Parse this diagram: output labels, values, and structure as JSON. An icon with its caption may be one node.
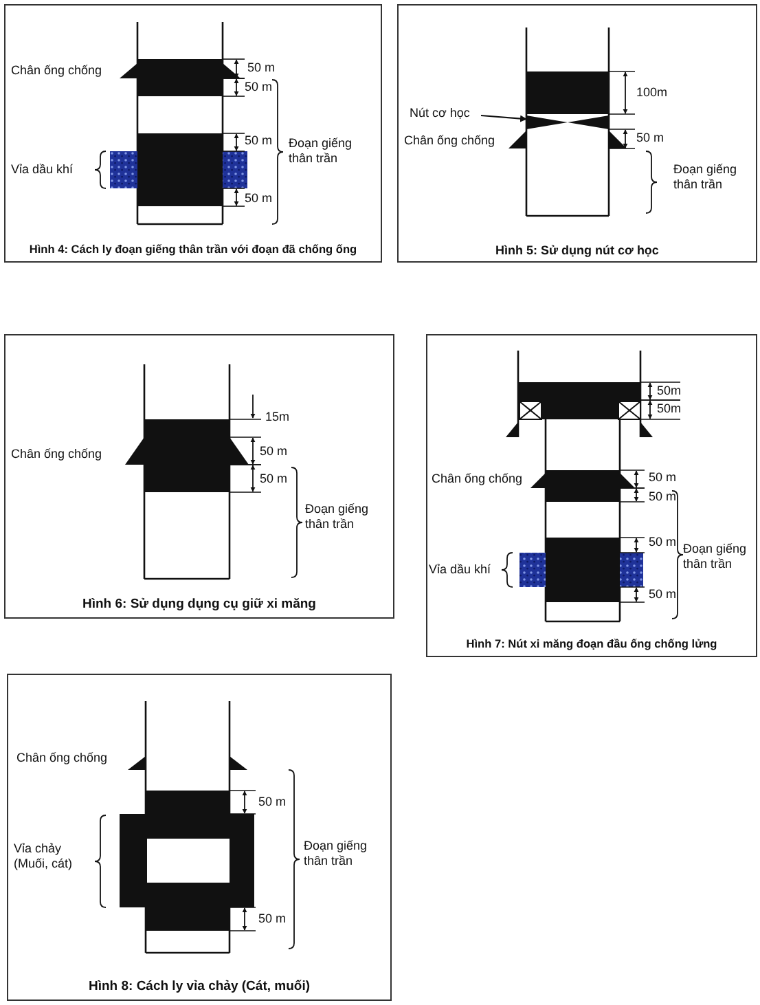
{
  "diagram": {
    "nodes": [
      {
        "text": [
          "Hình 4: Cách ly đoạn giếng thân trần với đoạn đã chống ống"
        ]
      },
      {
        "text": [
          "Hình 5: Sử dụng nút cơ học"
        ]
      },
      {
        "text": [
          "Nút cơ học"
        ],
        "in": 1
      },
      {
        "text": [],
        "shape": "bowtie",
        "in": 1
      },
      {
        "text": [
          "Hình 6: Sử dụng dụng cụ giữ xi măng"
        ]
      },
      {
        "text": [
          "Hình 7: Nút xi măng đoạn đầu ống chống lửng"
        ]
      },
      {
        "text": [
          "Hình 8: Cách ly vỉa chảy (Cát, muối)"
        ]
      }
    ],
    "edges": [
      {
        "from": 2,
        "to": 3,
        "arrow": "to"
      }
    ],
    "labels": [
      "Chân ống chống",
      "50 m",
      "50 m",
      "50 m",
      "Đoạn giếng thân trần",
      "Vỉa dầu khí",
      "50 m",
      "100m",
      "Chân ống chống",
      "50 m",
      "Đoạn giếng thân trần",
      "15m",
      "Chân ống chống",
      "50 m",
      "50 m",
      "Đoạn giếng thân trần",
      "50m",
      "50m",
      "Chân ống chống",
      "50 m",
      "50 m",
      "50 m",
      "Đoạn giếng thân trần",
      "Vỉa dầu khí",
      "50 m",
      "Chân ống chống",
      "50 m",
      "Vỉa chảy (Muối, cát)",
      "Đoạn giếng thân trần",
      "50 m"
    ]
  }
}
